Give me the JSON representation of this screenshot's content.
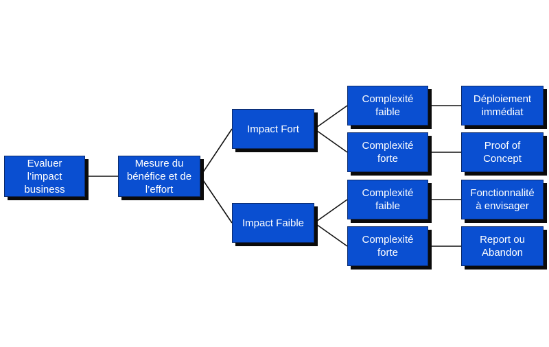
{
  "diagram": {
    "colors": {
      "node_fill": "#0a4fd1",
      "node_text": "#ffffff",
      "shadow": "#0b0b0b",
      "line": "#111111"
    },
    "nodes": [
      {
        "id": "root",
        "lines": [
          "Evaluer",
          "l’impact",
          "business"
        ]
      },
      {
        "id": "measure",
        "lines": [
          "Mesure du",
          "bénéfice et de",
          "l’effort"
        ]
      },
      {
        "id": "impact_fort",
        "lines": [
          "Impact Fort"
        ]
      },
      {
        "id": "impact_faible",
        "lines": [
          "Impact Faible"
        ]
      },
      {
        "id": "fort_faible",
        "lines": [
          "Complexité",
          "faible"
        ]
      },
      {
        "id": "fort_forte",
        "lines": [
          "Complexité",
          "forte"
        ]
      },
      {
        "id": "faible_faible",
        "lines": [
          "Complexité",
          "faible"
        ]
      },
      {
        "id": "faible_forte",
        "lines": [
          "Complexité",
          "forte"
        ]
      },
      {
        "id": "out_deploy",
        "lines": [
          "Déploiement",
          "immédiat"
        ]
      },
      {
        "id": "out_poc",
        "lines": [
          "Proof of",
          "Concept"
        ]
      },
      {
        "id": "out_func",
        "lines": [
          "Fonctionnalité",
          "à envisager"
        ]
      },
      {
        "id": "out_report",
        "lines": [
          "Report ou",
          "Abandon"
        ]
      }
    ],
    "edges": [
      [
        "root",
        "measure"
      ],
      [
        "measure",
        "impact_fort"
      ],
      [
        "measure",
        "impact_faible"
      ],
      [
        "impact_fort",
        "fort_faible"
      ],
      [
        "impact_fort",
        "fort_forte"
      ],
      [
        "impact_faible",
        "faible_faible"
      ],
      [
        "impact_faible",
        "faible_forte"
      ],
      [
        "fort_faible",
        "out_deploy"
      ],
      [
        "fort_forte",
        "out_poc"
      ],
      [
        "faible_faible",
        "out_func"
      ],
      [
        "faible_forte",
        "out_report"
      ]
    ]
  }
}
